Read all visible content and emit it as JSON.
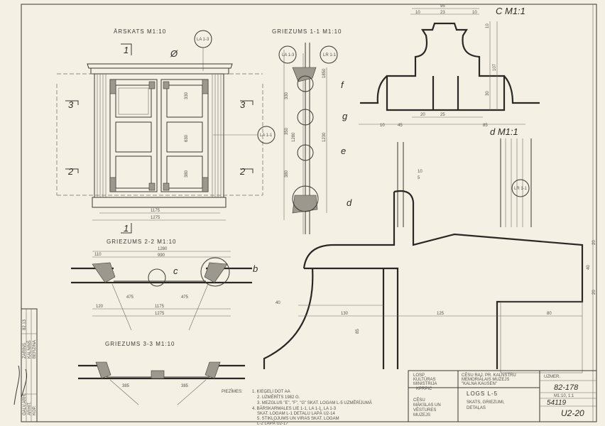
{
  "elevation": {
    "title": "ĀRSKATS M1:10",
    "marker_1": "1",
    "marker_2": "2",
    "marker_3": "3",
    "callout_top": "LA 1-3",
    "callout_side": "LA 1-1",
    "dim_inner": "1175",
    "dim_outer": "1275",
    "dims": [
      "330",
      "630",
      "380"
    ]
  },
  "section_1_1": {
    "title": "GRIEZUMS 1-1 M1:10",
    "callout_left": "LA 1-3",
    "callout_right": "LR 1-1",
    "details": [
      "f",
      "g",
      "e",
      "d"
    ],
    "dims": [
      "1850",
      "1280",
      "1230",
      "330",
      "350",
      "380"
    ]
  },
  "section_2_2": {
    "title": "GRIEZUMS 2-2 M1:10",
    "detail": "c",
    "detail_b": "b",
    "dims": [
      "1280",
      "990",
      "475",
      "475",
      "1175",
      "1275",
      "110",
      "120"
    ]
  },
  "section_3_3": {
    "title": "GRIEZUMS 3-3 M1:10",
    "dims": [
      "385",
      "385"
    ]
  },
  "detail_c": {
    "title": "C M1:1",
    "dims": [
      "95",
      "10",
      "23",
      "10",
      "20",
      "25",
      "10",
      "45",
      "85",
      "10",
      "107",
      "30"
    ]
  },
  "detail_d": {
    "title": "d M1:1",
    "callout": "LR 1-1",
    "dims": [
      "40",
      "130",
      "85",
      "125",
      "80",
      "20",
      "40",
      "20",
      "10",
      "5"
    ]
  },
  "notes": {
    "label": "PIEZĪMES:",
    "lines": [
      "1. ĶIEĢEĻI DOT AA",
      "2. UZMĒRĪTS 1982 G.",
      "3. MEZGLUS \"E\", \"F\", \"G\" SKAT. LOGAM L-5 UZMĒRĪJUMĀ",
      "4. BĀRSKARMALES LIE 1-1, LA 1-1, LA 1-3",
      "SKAT. LOGAM L-1 DETAĻU LAPĀ U2-14",
      "5. STIKLOJUMS UN VIRAS SKAT. LOGAM",
      "L-2 LAPĀ U2-17"
    ]
  },
  "title_block": {
    "org": [
      "LOSP",
      "KULTŪRAS",
      "MINISTRIJA",
      "KPRPIC"
    ],
    "project": [
      "CĒSU RAJ. PR. KALNSTRU",
      "MEMORIĀLAIS MUZEJS",
      "\"KALNA KAUSEN\""
    ],
    "client": [
      "CĒSU",
      "MĀKSLAS UN",
      "VĒSTURES",
      "MUZEJS"
    ],
    "drawing": [
      "LOGS L-5",
      "SKATS, GRIEZUMI,",
      "DETAĻAS"
    ],
    "order_label": "UZMER.",
    "order_no": "82-178",
    "scale": "M1:10, 1:1",
    "inv_no": "54119",
    "sheet_no": "U2-20"
  },
  "signatures": {
    "rows": [
      "GALV.ARH.",
      "ARHIT.",
      "KOP."
    ],
    "names": [
      "ZARINS",
      "KALNIŅŠ",
      "BERZINA"
    ],
    "date": "82.13"
  }
}
